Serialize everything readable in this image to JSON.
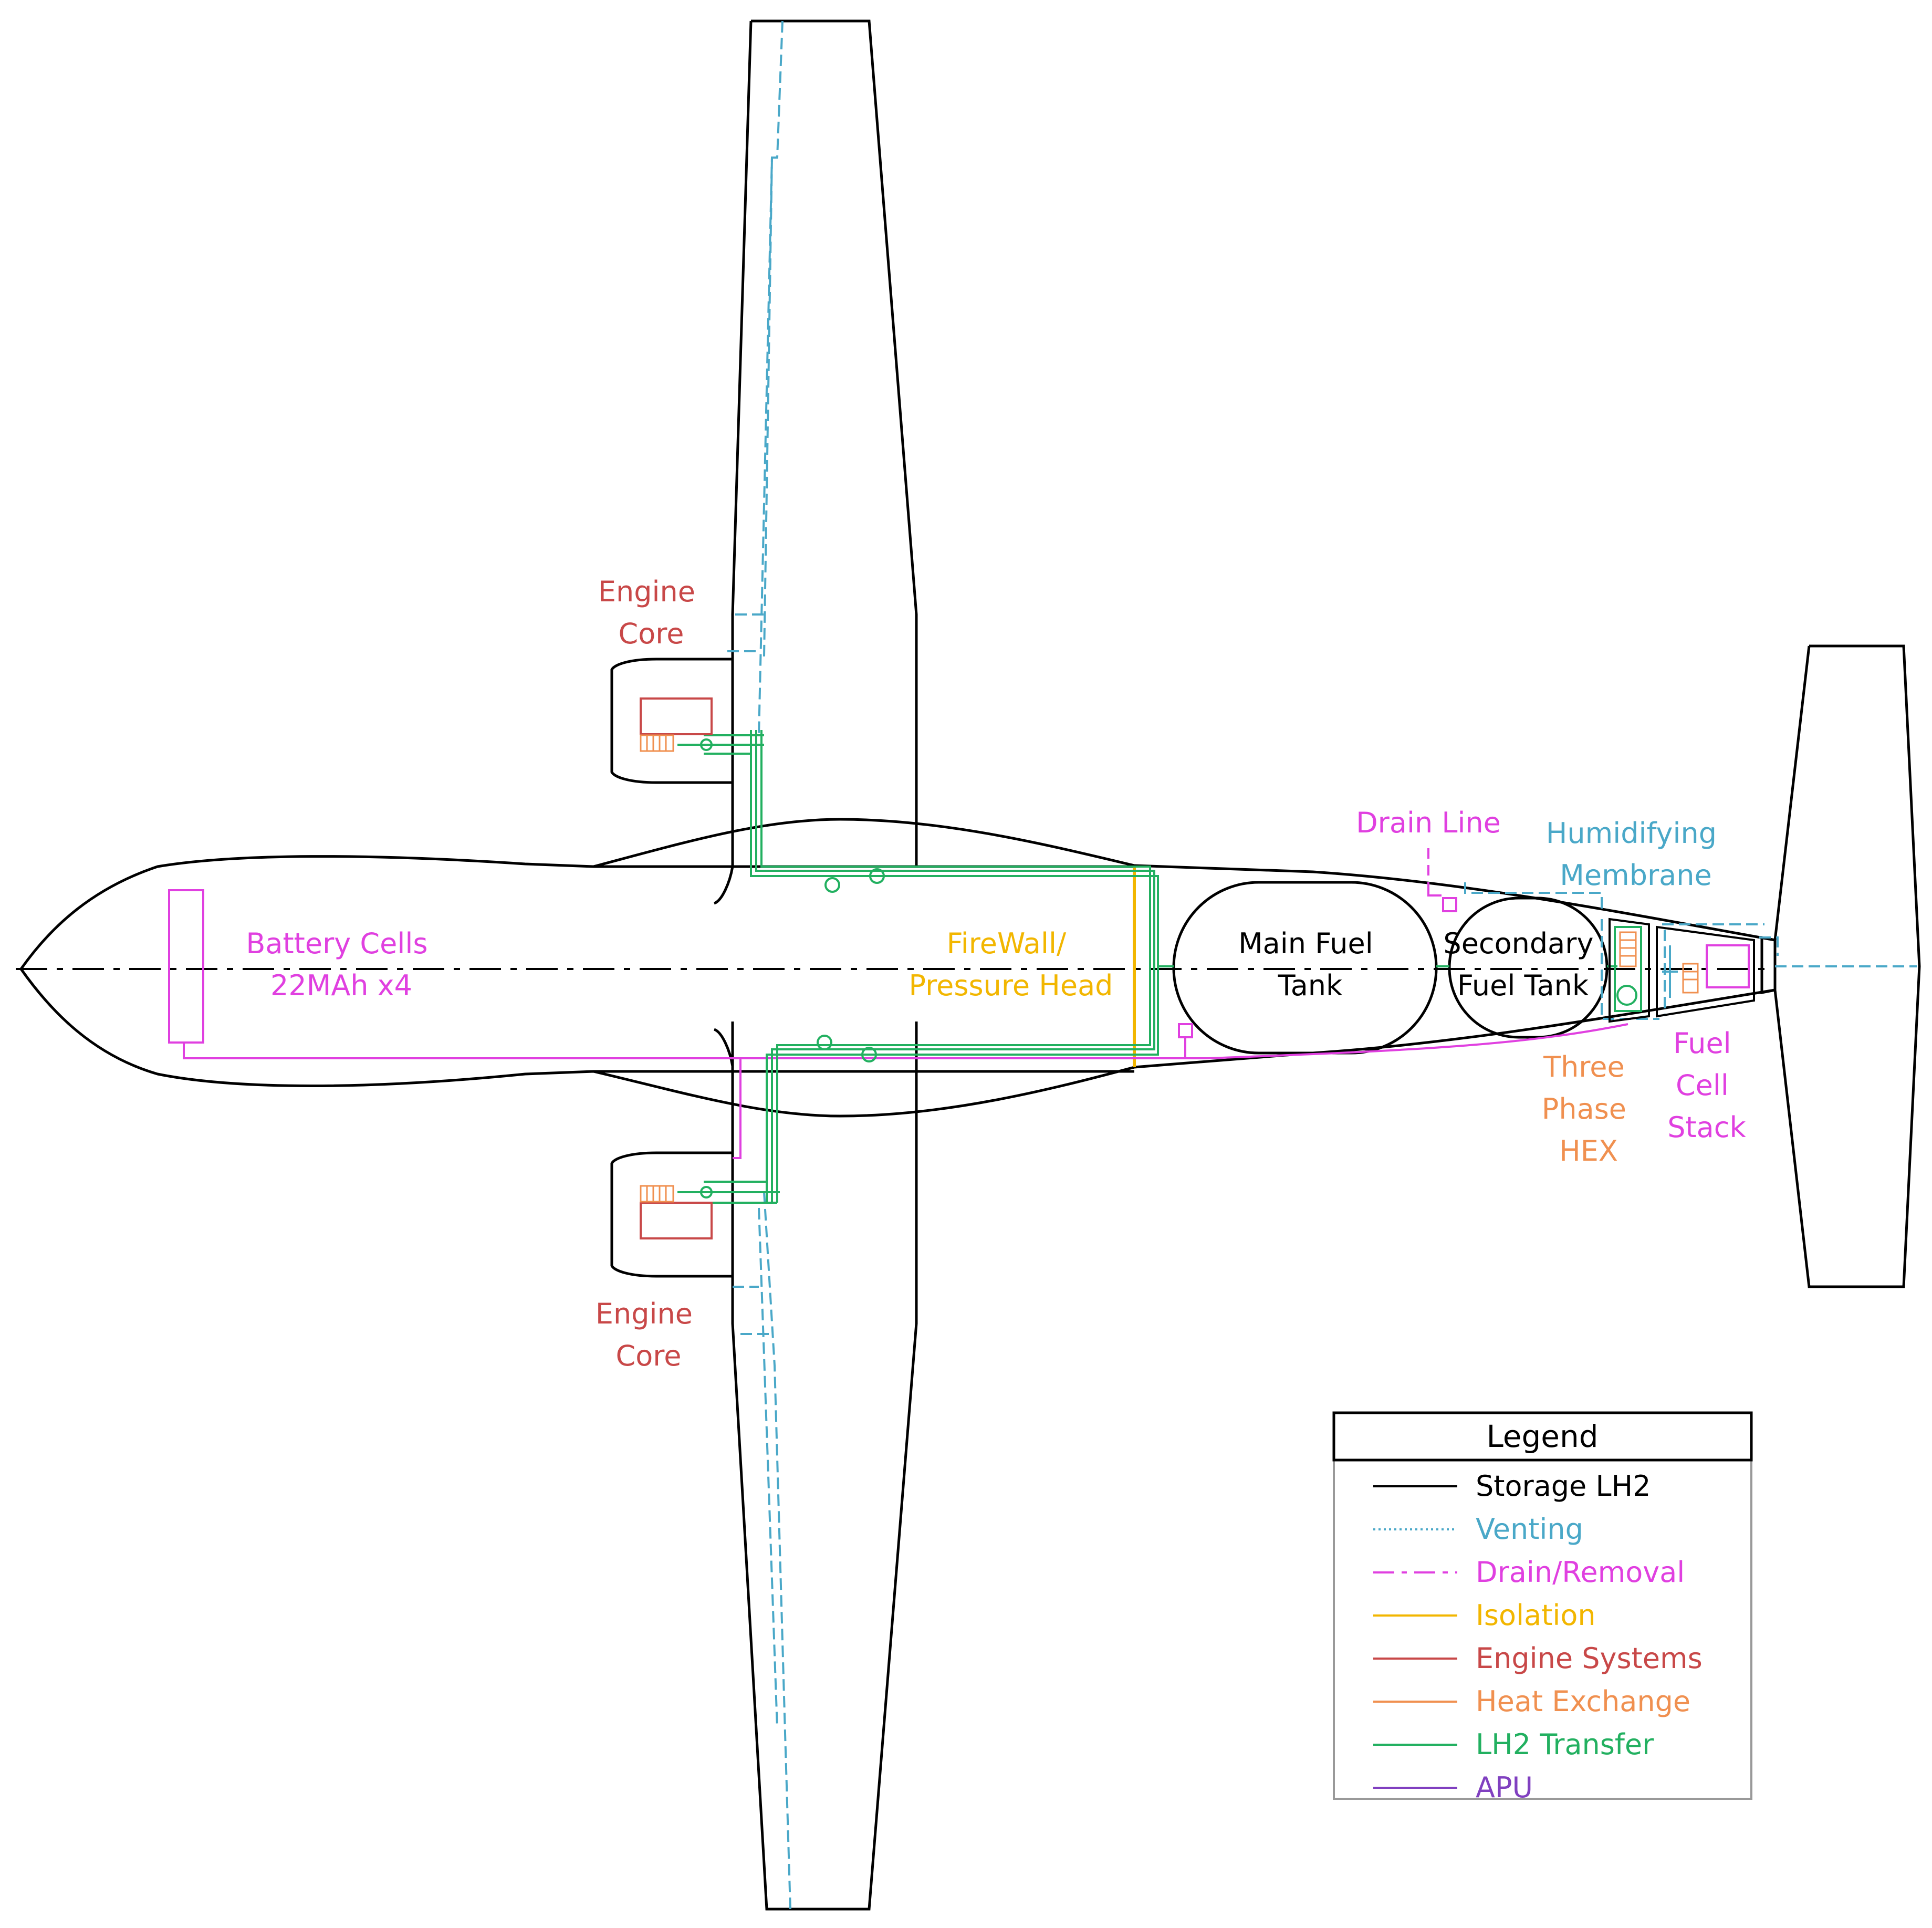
{
  "colors": {
    "outline": "#000000",
    "venting": "#4aa8c8",
    "drain": "#e040e0",
    "isolation": "#f2b600",
    "engine": "#c84848",
    "heat": "#f09050",
    "transfer": "#22b060",
    "apu": "#8040c0"
  },
  "labels": {
    "engine_core_top": [
      "Engine",
      "Core"
    ],
    "engine_core_bottom": [
      "Engine",
      "Core"
    ],
    "battery": [
      "Battery Cells",
      "22MAh x4"
    ],
    "firewall": [
      "FireWall/",
      "Pressure Head"
    ],
    "main_tank": [
      "Main Fuel",
      "Tank"
    ],
    "secondary_tank": [
      "Secondary",
      "Fuel Tank"
    ],
    "drain_line": "Drain Line",
    "humidifying": [
      "Humidifying",
      "Membrane"
    ],
    "three_phase": [
      "Three",
      "Phase",
      "HEX"
    ],
    "fuel_cell": [
      "Fuel",
      "Cell",
      "Stack"
    ]
  },
  "legend": {
    "title": "Legend",
    "items": [
      {
        "label": "Storage LH2",
        "color": "#000000",
        "style": "solid"
      },
      {
        "label": "Venting",
        "color": "#4aa8c8",
        "style": "dotted"
      },
      {
        "label": "Drain/Removal",
        "color": "#e040e0",
        "style": "dashed"
      },
      {
        "label": "Isolation",
        "color": "#f2b600",
        "style": "solid"
      },
      {
        "label": "Engine Systems",
        "color": "#c84848",
        "style": "solid"
      },
      {
        "label": "Heat Exchange",
        "color": "#f09050",
        "style": "solid"
      },
      {
        "label": "LH2 Transfer",
        "color": "#22b060",
        "style": "solid"
      },
      {
        "label": "APU",
        "color": "#8040c0",
        "style": "solid"
      }
    ]
  }
}
